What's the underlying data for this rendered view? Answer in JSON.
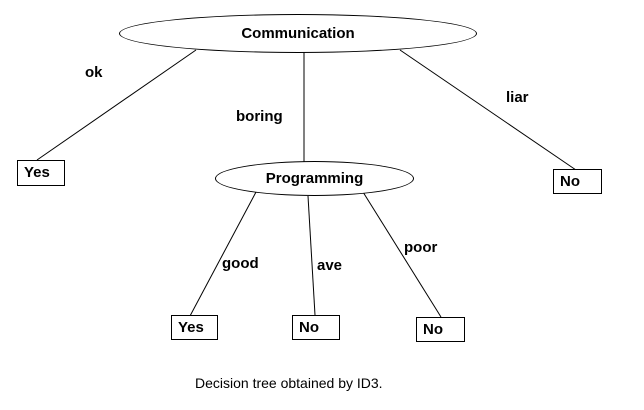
{
  "tree": {
    "root": {
      "label": "Communication",
      "branches": [
        {
          "edge": "ok",
          "leaf": "Yes"
        },
        {
          "edge": "boring",
          "node": "Programming"
        },
        {
          "edge": "liar",
          "leaf": "No"
        }
      ]
    },
    "programming": {
      "label": "Programming",
      "branches": [
        {
          "edge": "good",
          "leaf": "Yes"
        },
        {
          "edge": "ave",
          "leaf": "No"
        },
        {
          "edge": "poor",
          "leaf": "No"
        }
      ]
    }
  },
  "caption": "Decision tree obtained by ID3."
}
